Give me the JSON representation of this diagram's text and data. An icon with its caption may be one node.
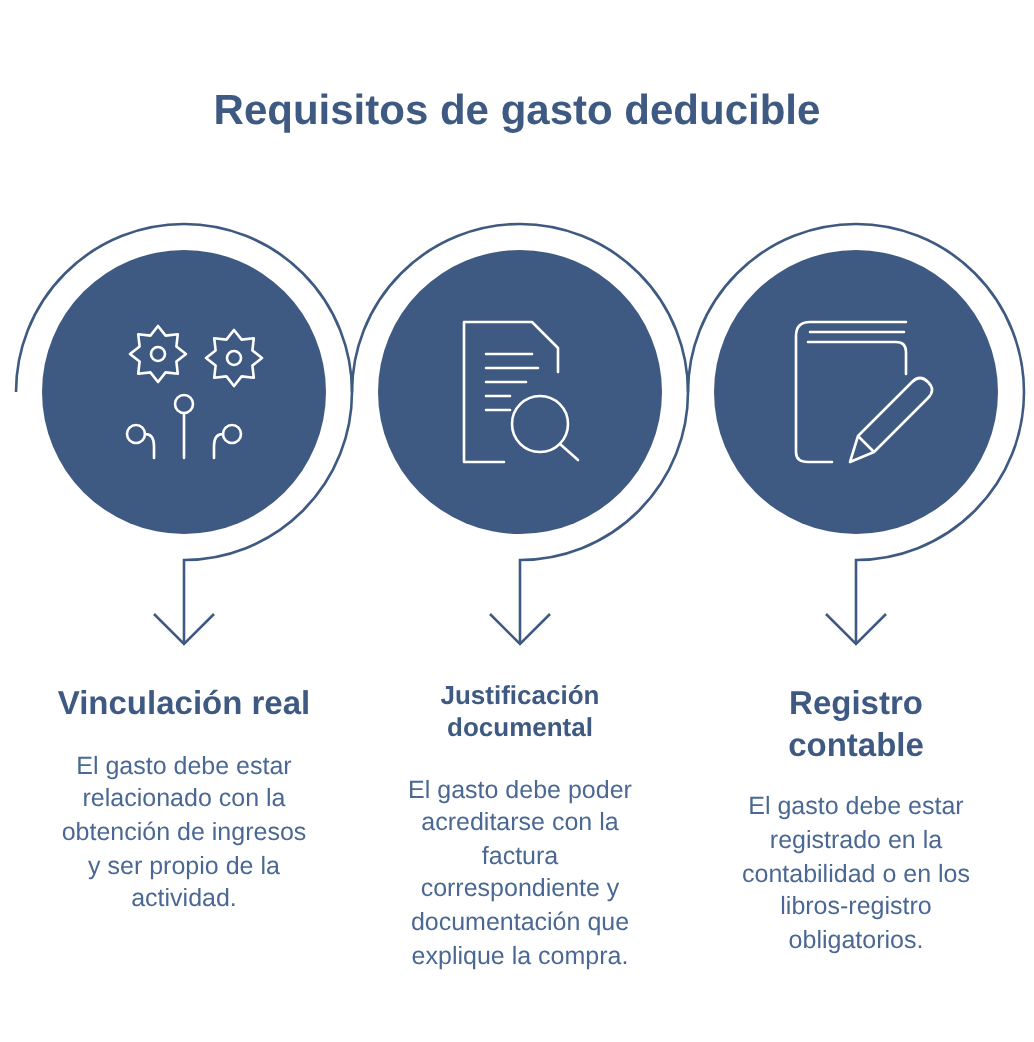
{
  "diagram": {
    "title": "Requisitos de gasto deducible",
    "nodes": [
      {
        "text": [],
        "shape": "circle"
      },
      {
        "text": [
          "Vinculación real",
          "El gasto debe estar relacionado con la obtención de ingresos y ser propio de la actividad."
        ]
      },
      {
        "text": [],
        "shape": "circle"
      },
      {
        "text": [
          "Justificación documental",
          "El gasto debe poder acreditarse con la factura correspondiente y documentación que explique la compra."
        ]
      },
      {
        "text": [],
        "shape": "circle"
      },
      {
        "text": [
          "Registro contable",
          "El gasto debe estar registrado en la contabilidad o en los libros-registro obligatorios."
        ]
      }
    ],
    "edges": [
      {
        "from": 0,
        "to": 1,
        "arrow": "to"
      },
      {
        "from": 2,
        "to": 3,
        "arrow": "to"
      },
      {
        "from": 4,
        "to": 5,
        "arrow": "to"
      }
    ]
  }
}
